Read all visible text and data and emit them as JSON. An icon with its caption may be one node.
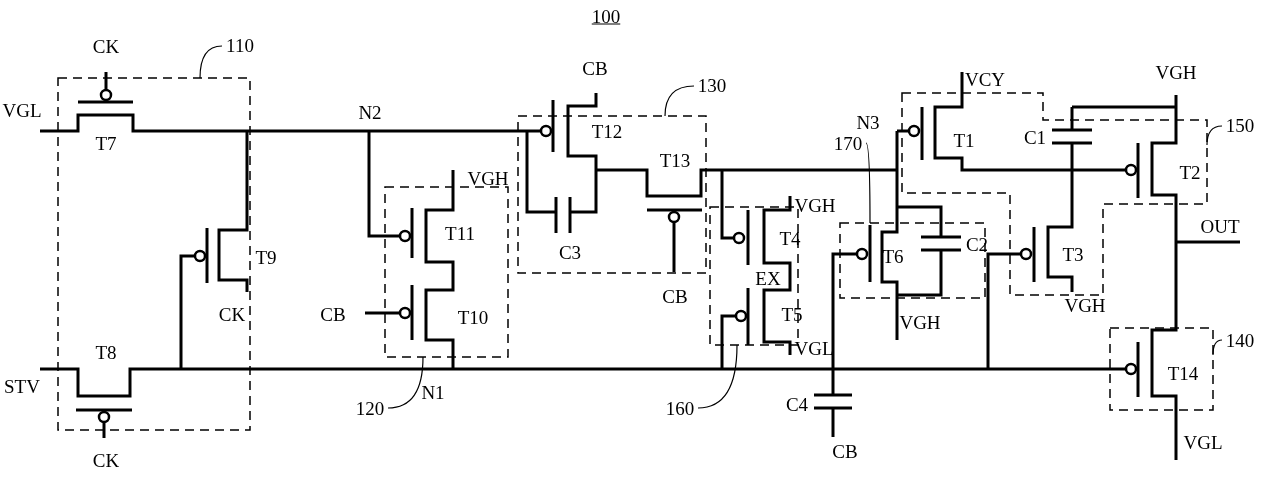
{
  "diagram": {
    "nodes": [
      {
        "text": [
          "110"
        ]
      },
      {
        "text": [],
        "shape": "box"
      },
      {
        "text": [
          "130"
        ]
      },
      {
        "text": [],
        "shape": "box"
      },
      {
        "text": [
          "150"
        ]
      },
      {
        "text": [],
        "shape": "box"
      },
      {
        "text": [
          "170"
        ]
      },
      {
        "text": [],
        "shape": "box"
      },
      {
        "text": [
          "140"
        ]
      },
      {
        "text": [],
        "shape": "box"
      },
      {
        "text": [
          "120"
        ]
      },
      {
        "text": [],
        "shape": "box"
      },
      {
        "text": [
          "160"
        ]
      },
      {
        "text": [],
        "shape": "box"
      }
    ],
    "edges": [
      {
        "from": 0,
        "to": 1,
        "arrow": "none"
      },
      {
        "from": 2,
        "to": 3,
        "arrow": "none"
      },
      {
        "from": 4,
        "to": 5,
        "arrow": "none"
      },
      {
        "from": 6,
        "to": 7,
        "arrow": "none"
      },
      {
        "from": 8,
        "to": 9,
        "arrow": "none"
      },
      {
        "from": 10,
        "to": 11,
        "arrow": "none"
      },
      {
        "from": 12,
        "to": 13,
        "arrow": "none"
      }
    ],
    "labels": [
      "100",
      "CK",
      "CB",
      "VGH",
      "VCY",
      "VGL",
      "N2",
      "N3",
      "T12",
      "C1",
      "T1",
      "T7",
      "T13",
      "T2",
      "VGH",
      "VGH",
      "OUT",
      "T11",
      "T4",
      "C2",
      "C3",
      "T3",
      "T6",
      "T9",
      "EX",
      "CB",
      "VGH",
      "T5",
      "CK",
      "CB",
      "T10",
      "VGH",
      "VGL",
      "T8",
      "STV",
      "N1",
      "C4",
      "T14",
      "VGL",
      "CB",
      "CK"
    ]
  }
}
